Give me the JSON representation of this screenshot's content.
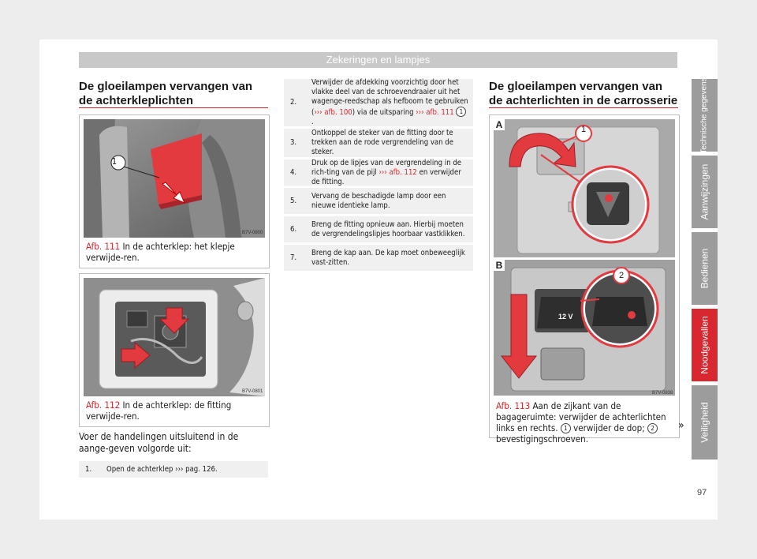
{
  "header": {
    "title": "Zekeringen en lampjes"
  },
  "side_tabs": [
    {
      "label": "Technische gegevens",
      "active": false
    },
    {
      "label": "Aanwijzingen",
      "active": false
    },
    {
      "label": "Bedienen",
      "active": false
    },
    {
      "label": "Noodgevallen",
      "active": true
    },
    {
      "label": "Veiligheid",
      "active": false
    }
  ],
  "left": {
    "title": "De gloeilampen vervangen van de achterkleplichten",
    "fig111": {
      "code": "B7V-0800",
      "label": "Afb. 111",
      "text": "In de achterklep: het klepje verwijde-ren.",
      "callout": "1"
    },
    "fig112": {
      "code": "B7V-0801",
      "label": "Afb. 112",
      "text": "In de achterklep: de fitting verwijde-ren."
    },
    "body": "Voer de handelingen uitsluitend in de aange-geven volgorde uit:",
    "step1": {
      "num": "1.",
      "text": "Open de achterklep",
      "ref": "›››",
      "ref_text": "pag. 126."
    }
  },
  "middle": {
    "steps": [
      {
        "num": "2.",
        "text_a": "Verwijder de afdekking voorzichtig door het vlakke deel van de schroevendraaier uit het wagenge-reedschap als hefboom te gebruiken (",
        "ref1": "››› afb. 100",
        "text_b": ") via de uitsparing ",
        "ref2": "››› afb. 111",
        "callout": "1",
        "text_c": "."
      },
      {
        "num": "3.",
        "text": "Ontkoppel de steker van de fitting door te trekken aan de rode vergrendeling van de steker."
      },
      {
        "num": "4.",
        "text_a": "Druk op de lipjes van de vergrendeling in de rich-ting van de pijl ",
        "ref": "››› afb. 112",
        "text_b": " en verwijder de fitting."
      },
      {
        "num": "5.",
        "text": "Vervang de beschadigde lamp door een nieuwe identieke lamp."
      },
      {
        "num": "6.",
        "text": "Breng de fitting opnieuw aan. Hierbij moeten de vergrendelingslipjes hoorbaar vastklikken."
      },
      {
        "num": "7.",
        "text": "Breng de kap aan. De kap moet onbeweeglijk vast-zitten."
      }
    ]
  },
  "right": {
    "title": "De gloeilampen vervangen van de achterlichten in de carrosserie",
    "fig113": {
      "code": "B7V-0838",
      "label": "Afb. 113",
      "text_a": "Aan de zijkant van de bagageruimte: verwijder de achterlichten links en rechts.",
      "callout1": "1",
      "text_b": "verwijder de dop;",
      "callout2": "2",
      "text_c": "bevestigingschroeven.",
      "panel_a": "A",
      "panel_b": "B",
      "voltage": "12 V"
    },
    "more": "»"
  },
  "footer": {
    "page_number": "97"
  },
  "colors": {
    "accent": "#d8272e",
    "header_bg": "#c8c8c8",
    "tab_bg": "#9c9c9c",
    "step_bg": "#f0f0f0"
  }
}
